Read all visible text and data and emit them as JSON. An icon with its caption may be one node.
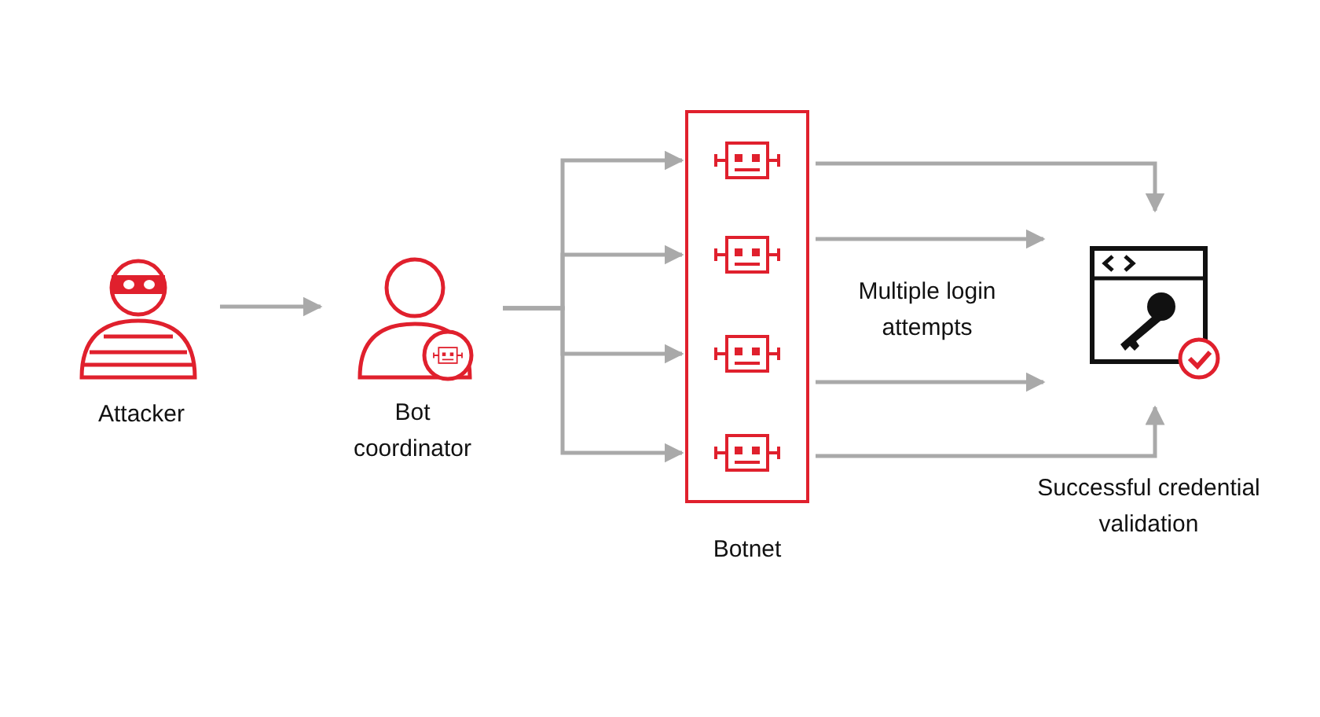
{
  "diagram": {
    "nodes": [
      {
        "text": [
          "Attacker"
        ]
      },
      {
        "text": [
          "Bot coordinator"
        ]
      },
      {
        "text": [
          "Botnet"
        ]
      },
      {
        "text": [],
        "shape": "picture",
        "in": 2
      },
      {
        "text": [],
        "shape": "picture",
        "in": 2
      },
      {
        "text": [],
        "shape": "picture",
        "in": 2
      },
      {
        "text": [],
        "shape": "picture",
        "in": 2
      },
      {
        "text": [],
        "shape": "picture"
      }
    ],
    "edges": [
      {
        "from": 0,
        "to": 1,
        "arrow": "to"
      },
      {
        "from": 1,
        "to": 3,
        "arrow": "to"
      },
      {
        "from": 1,
        "to": 4,
        "arrow": "to"
      },
      {
        "from": 1,
        "to": 5,
        "arrow": "to"
      },
      {
        "from": 1,
        "to": 6,
        "arrow": "to"
      },
      {
        "from": 3,
        "to": 7,
        "arrow": "to"
      },
      {
        "from": 4,
        "to": 7,
        "arrow": "to"
      },
      {
        "from": 5,
        "to": 7,
        "arrow": "to"
      },
      {
        "from": 6,
        "to": 7,
        "arrow": "to"
      }
    ],
    "labels": [
      "Multiple login attempts",
      "Successful credential validation"
    ]
  }
}
